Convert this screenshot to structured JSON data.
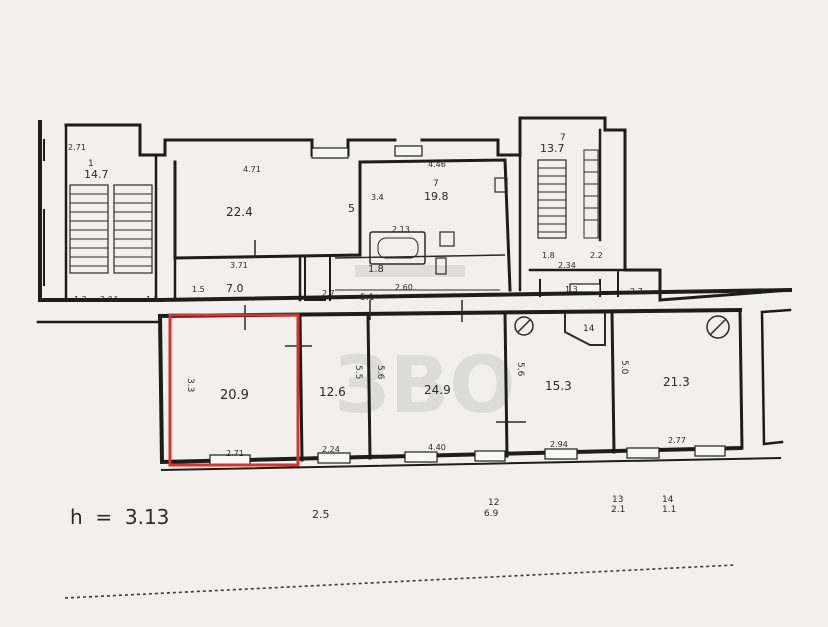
{
  "plan": {
    "height_label": "h  =  3.13",
    "accent_color": "#d9342b",
    "watermark": "ЗВО",
    "rooms": [
      {
        "id": "stair-left-no",
        "text": "1"
      },
      {
        "id": "stair-left",
        "text": "14.7"
      },
      {
        "id": "stair-left-w",
        "text": "2.71"
      },
      {
        "id": "room-top-left",
        "text": "22.4"
      },
      {
        "id": "room-top-left-w",
        "text": "4.71"
      },
      {
        "id": "room-top-mid-no",
        "text": "7"
      },
      {
        "id": "room-top-mid",
        "text": "19.8"
      },
      {
        "id": "room-top-mid-w",
        "text": "4.46"
      },
      {
        "id": "side-34",
        "text": "3.4"
      },
      {
        "id": "side-5",
        "text": "5"
      },
      {
        "id": "kitchen-w",
        "text": "2.13"
      },
      {
        "id": "corridor-w",
        "text": "3.71"
      },
      {
        "id": "corridor-area",
        "text": "7.0"
      },
      {
        "id": "corridor-side",
        "text": "1.5"
      },
      {
        "id": "bath",
        "text": "1.8"
      },
      {
        "id": "small-27",
        "text": "2.7"
      },
      {
        "id": "hall-w",
        "text": "2.60"
      },
      {
        "id": "hall-area",
        "text": "5.1"
      },
      {
        "id": "stair-bottom",
        "text": "2.04"
      },
      {
        "id": "stair-bottom-l",
        "text": "1.3"
      },
      {
        "id": "stair-bottom-r",
        "text": "1.5"
      },
      {
        "id": "stair-right-no",
        "text": "7"
      },
      {
        "id": "stair-right",
        "text": "13.7"
      },
      {
        "id": "right-small-a",
        "text": "1.8"
      },
      {
        "id": "right-small-b",
        "text": "2.2"
      },
      {
        "id": "right-small-w",
        "text": "2.34"
      },
      {
        "id": "right-bottom-13",
        "text": "1.3"
      },
      {
        "id": "right-bottom-27",
        "text": "2.7"
      },
      {
        "id": "room-highlight",
        "text": "20.9"
      },
      {
        "id": "room-highlight-w",
        "text": "2.71"
      },
      {
        "id": "room-highlight-side",
        "text": "3.3"
      },
      {
        "id": "room-2",
        "text": "12.6"
      },
      {
        "id": "room-2-w",
        "text": "2.24"
      },
      {
        "id": "room-2-side",
        "text": "5.5"
      },
      {
        "id": "room-3",
        "text": "24.9"
      },
      {
        "id": "room-3-w",
        "text": "4.40"
      },
      {
        "id": "room-3-side",
        "text": "5.6"
      },
      {
        "id": "room-4",
        "text": "15.3"
      },
      {
        "id": "room-4-w",
        "text": "2.94"
      },
      {
        "id": "room-4-side",
        "text": "5.6"
      },
      {
        "id": "room-4-top",
        "text": "14"
      },
      {
        "id": "room-5",
        "text": "21.3"
      },
      {
        "id": "room-5-w",
        "text": "2.77"
      },
      {
        "id": "room-5-side",
        "text": "5.0"
      },
      {
        "id": "bottom-a",
        "text": "2.5"
      },
      {
        "id": "bottom-b-no",
        "text": "12"
      },
      {
        "id": "bottom-b",
        "text": "6.9"
      },
      {
        "id": "bottom-c-no",
        "text": "13"
      },
      {
        "id": "bottom-c",
        "text": "2.1"
      },
      {
        "id": "bottom-d-no",
        "text": "14"
      },
      {
        "id": "bottom-d",
        "text": "1.1"
      }
    ]
  }
}
